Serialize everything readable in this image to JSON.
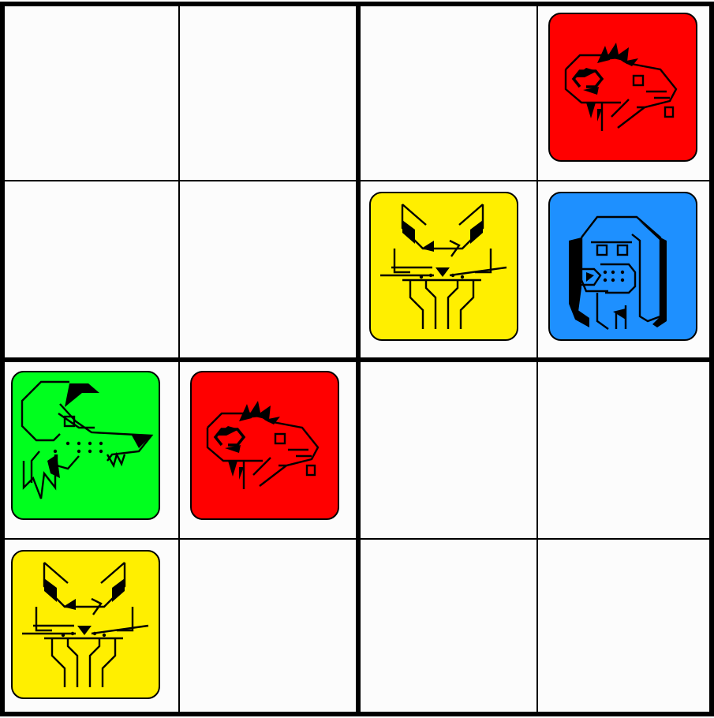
{
  "board": {
    "rows": 4,
    "cols": 4,
    "background": "#fcfcfc",
    "colors": {
      "red": "#ff0000",
      "yellow": "#ffef00",
      "blue": "#1e90ff",
      "green": "#00ff1e"
    },
    "pieces": [
      {
        "row": 0,
        "col": 3,
        "animal": "dragon",
        "color": "red",
        "icon": "dragon-icon"
      },
      {
        "row": 1,
        "col": 2,
        "animal": "cat",
        "color": "yellow",
        "icon": "cat-icon"
      },
      {
        "row": 1,
        "col": 3,
        "animal": "dog",
        "color": "blue",
        "icon": "dog-icon"
      },
      {
        "row": 2,
        "col": 0,
        "animal": "wolf",
        "color": "green",
        "icon": "wolf-icon"
      },
      {
        "row": 2,
        "col": 1,
        "animal": "dragon",
        "color": "red",
        "icon": "dragon-icon"
      },
      {
        "row": 3,
        "col": 0,
        "animal": "cat",
        "color": "yellow",
        "icon": "cat-icon"
      }
    ]
  }
}
